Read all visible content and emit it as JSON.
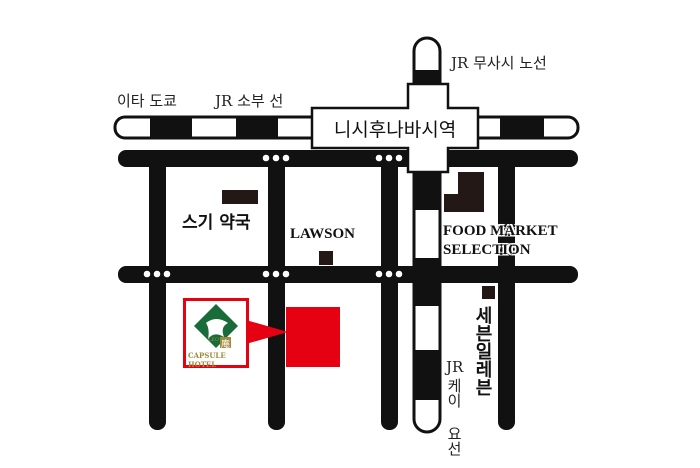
{
  "station": {
    "name": "니시후나바시역"
  },
  "lines": {
    "sobu_direction": "이타 도쿄",
    "sobu": "JR 소부 선",
    "musashino": "JR 무사시 노선",
    "keiyo_jr": "JR",
    "keiyo": "케이 요선"
  },
  "landmarks": {
    "drugstore": "스기 약국",
    "lawson": "LAWSON",
    "food_market_1": "FOOD MARKET",
    "food_market_2": "SELECTION",
    "seven_eleven": "세븐일레븐"
  },
  "hotel": {
    "logo_top": "LEO",
    "logo_kanji": "庵",
    "logo_name": "CAPSULE HOTEL"
  },
  "colors": {
    "road": "#111111",
    "marker": "#e50012",
    "logo_green": "#1a6b3a",
    "logo_gold": "#a08a3c"
  }
}
